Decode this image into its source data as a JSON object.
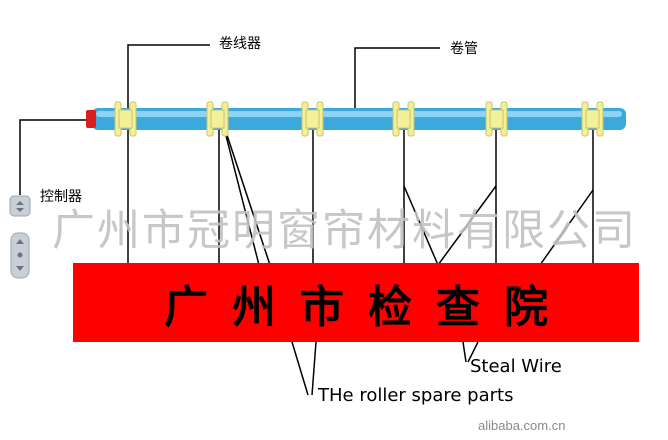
{
  "labels": {
    "winder": "卷线器",
    "tube": "卷管",
    "controller": "控制器",
    "watermark": "广州市冠明窗帘材料有限公司",
    "banner": "广州市检查院",
    "steel_wire": "Steal Wire",
    "roller_parts": "THe roller spare parts",
    "site": "alibaba.com.cn"
  },
  "icons": {
    "controller_small": "remote-control-icon",
    "controller_large": "remote-control-icon"
  },
  "colors": {
    "tube": "#3ba9dc",
    "tube_highlight": "#8fd3f2",
    "ring": "#f3f099",
    "end_cap": "#d81e1e",
    "banner": "#ff0000",
    "line": "#000000",
    "watermark": "#c2c2c2"
  }
}
